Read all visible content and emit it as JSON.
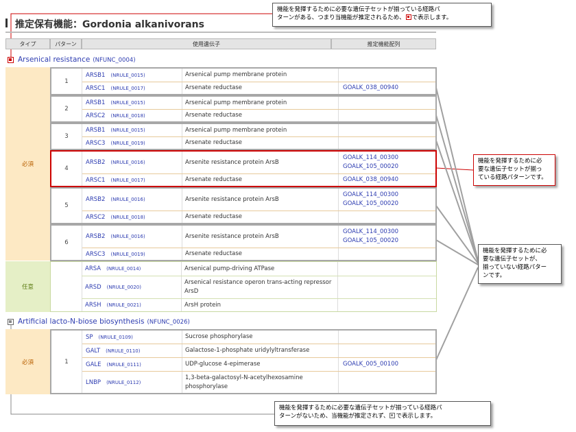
{
  "page_title": "推定保有機能：Gordonia alkanivorans",
  "headers": {
    "type": "タイプ",
    "pattern": "パターン",
    "genes": "使用遺伝子",
    "sequence": "推定機能配列"
  },
  "functions": [
    {
      "name": "Arsenical resistance",
      "code": "(NFUNC_0004)",
      "required_label": "必須",
      "optional_label": "任意",
      "patterns": [
        {
          "number": "1",
          "rows": [
            {
              "gene": "ARSB1",
              "rule": "(NRULE_0015)",
              "name": "Arsenical pump membrane protein",
              "seq": []
            },
            {
              "gene": "ARSC1",
              "rule": "(NRULE_0017)",
              "name": "Arsenate reductase",
              "seq": [
                "GOALK_038_00940"
              ]
            }
          ]
        },
        {
          "number": "2",
          "rows": [
            {
              "gene": "ARSB1",
              "rule": "(NRULE_0015)",
              "name": "Arsenical pump membrane protein",
              "seq": []
            },
            {
              "gene": "ARSC2",
              "rule": "(NRULE_0018)",
              "name": "Arsenate reductase",
              "seq": []
            }
          ]
        },
        {
          "number": "3",
          "rows": [
            {
              "gene": "ARSB1",
              "rule": "(NRULE_0015)",
              "name": "Arsenical pump membrane protein",
              "seq": []
            },
            {
              "gene": "ARSC3",
              "rule": "(NRULE_0019)",
              "name": "Arsenate reductase",
              "seq": []
            }
          ]
        },
        {
          "number": "4",
          "rows": [
            {
              "gene": "ARSB2",
              "rule": "(NRULE_0016)",
              "name": "Arsenite resistance protein ArsB",
              "seq": [
                "GOALK_114_00300",
                "GOALK_105_00020"
              ]
            },
            {
              "gene": "ARSC1",
              "rule": "(NRULE_0017)",
              "name": "Arsenate reductase",
              "seq": [
                "GOALK_038_00940"
              ]
            }
          ]
        },
        {
          "number": "5",
          "rows": [
            {
              "gene": "ARSB2",
              "rule": "(NRULE_0016)",
              "name": "Arsenite resistance protein ArsB",
              "seq": [
                "GOALK_114_00300",
                "GOALK_105_00020"
              ]
            },
            {
              "gene": "ARSC2",
              "rule": "(NRULE_0018)",
              "name": "Arsenate reductase",
              "seq": []
            }
          ]
        },
        {
          "number": "6",
          "rows": [
            {
              "gene": "ARSB2",
              "rule": "(NRULE_0016)",
              "name": "Arsenite resistance protein ArsB",
              "seq": [
                "GOALK_114_00300",
                "GOALK_105_00020"
              ]
            },
            {
              "gene": "ARSC3",
              "rule": "(NRULE_0019)",
              "name": "Arsenate reductase",
              "seq": []
            }
          ]
        }
      ],
      "optional": [
        {
          "gene": "ARSA",
          "rule": "(NRULE_0014)",
          "name": "Arsenical pump-driving ATPase",
          "seq": []
        },
        {
          "gene": "ARSD",
          "rule": "(NRULE_0020)",
          "name": "Arsenical resistance operon trans-acting repressor ArsD",
          "seq": []
        },
        {
          "gene": "ARSH",
          "rule": "(NRULE_0021)",
          "name": "ArsH protein",
          "seq": []
        }
      ]
    },
    {
      "name": "Artificial lacto-N-biose biosynthesis",
      "code": "(NFUNC_0026)",
      "required_label": "必須",
      "patterns": [
        {
          "number": "1",
          "rows": [
            {
              "gene": "SP",
              "rule": "(NRULE_0109)",
              "name": "Sucrose phosphorylase",
              "seq": []
            },
            {
              "gene": "GALT",
              "rule": "(NRULE_0110)",
              "name": "Galactose-1-phosphate uridylyltransferase",
              "seq": []
            },
            {
              "gene": "GALE",
              "rule": "(NRULE_0111)",
              "name": "UDP-glucose 4-epimerase",
              "seq": [
                "GOALK_005_00100"
              ]
            },
            {
              "gene": "LNBP",
              "rule": "(NRULE_0112)",
              "name": "1,3-beta-galactosyl-N-acetylhexosamine phosphorylase",
              "seq": []
            }
          ]
        }
      ]
    }
  ],
  "callouts": {
    "top_line1": "機能を発揮するために必要な遺伝子セットが揃っている経路パ",
    "top_line2a": "ターンがある、つまり当機能が推定されるため、",
    "top_line2b": "で表示します。",
    "right_red_line1": "機能を発揮するために必",
    "right_red_line2": "要な遺伝子セットが揃っ",
    "right_red_line3": "ている経路パターンです。",
    "right_gray_line1": "機能を発揮するために必",
    "right_gray_line2": "要な遺伝子セットが、",
    "right_gray_line3": "揃っていない経路パター",
    "right_gray_line4": "ンです。",
    "bottom_line1": "機能を発揮するために必要な遺伝子セットが揃っている経路パ",
    "bottom_line2a": "ターンがないため、当機能が推定されず、",
    "bottom_line2b": "で表示します。"
  },
  "colors": {
    "link": "#2c3bb0",
    "highlight": "#cc0000",
    "required_bg": "#fde9c4",
    "optional_bg": "#e5efc6"
  }
}
